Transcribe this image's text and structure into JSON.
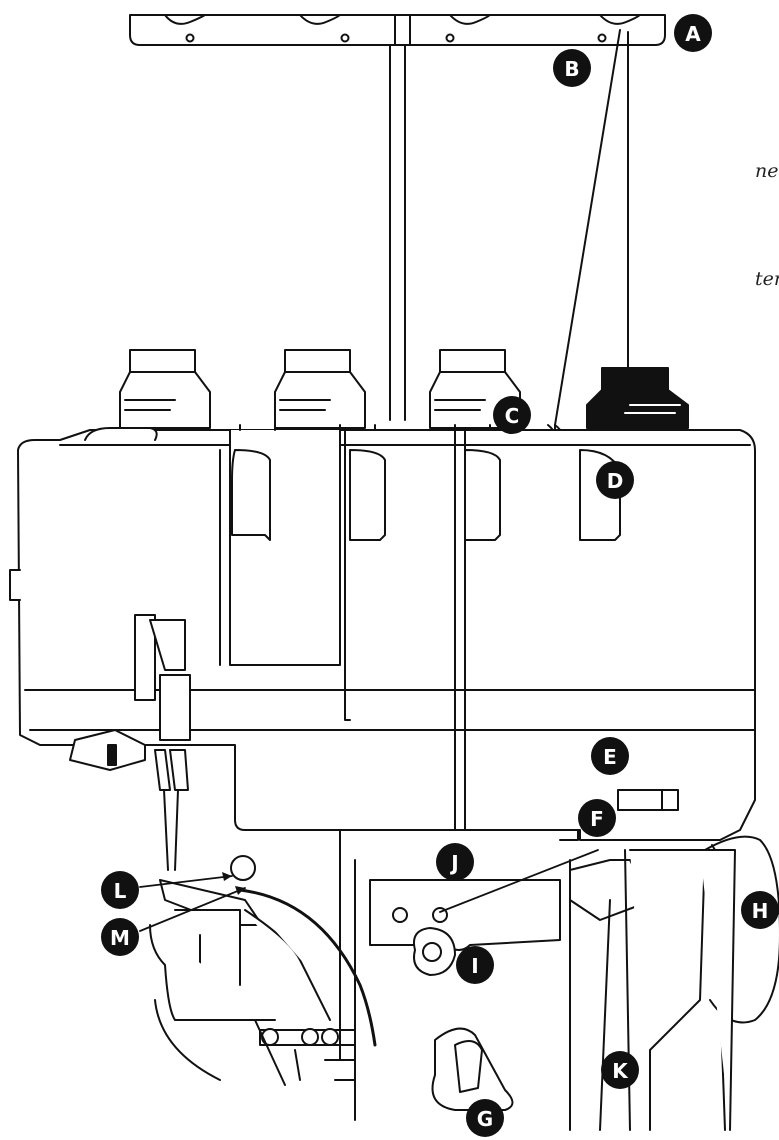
{
  "fragments": [
    "ne.",
    "ter"
  ],
  "callouts": [
    "A",
    "B",
    "C",
    "D",
    "E",
    "F",
    "G",
    "H",
    "I",
    "J",
    "K",
    "L",
    "M"
  ]
}
